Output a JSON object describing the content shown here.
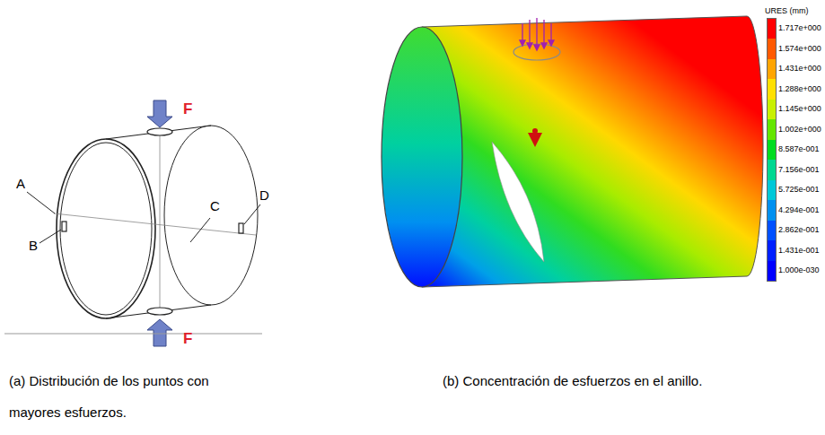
{
  "diagram": {
    "labels": [
      "A",
      "B",
      "C",
      "D",
      "F",
      "F",
      "URES (mm)",
      "(a) Distribución de los puntos con mayores esfuerzos.",
      "(b) Concentración de esfuerzos en el anillo."
    ],
    "legend": [
      {
        "text": "1.717e+000",
        "color": "#ff0000"
      },
      {
        "text": "1.574e+000",
        "color": "#ff5a00"
      },
      {
        "text": "1.431e+000",
        "color": "#ffa500"
      },
      {
        "text": "1.288e+000",
        "color": "#ffe000"
      },
      {
        "text": "1.145e+000",
        "color": "#c8f000"
      },
      {
        "text": "1.002e+000",
        "color": "#64e600"
      },
      {
        "text": "8.587e-001",
        "color": "#00dc20"
      },
      {
        "text": "7.156e-001",
        "color": "#00d890"
      },
      {
        "text": "5.725e-001",
        "color": "#00c8d8"
      },
      {
        "text": "4.294e-001",
        "color": "#0090f0"
      },
      {
        "text": "2.862e-001",
        "color": "#0050ff"
      },
      {
        "text": "1.431e-001",
        "color": "#0020ff"
      },
      {
        "text": "1.000e-030",
        "color": "#0000ff"
      }
    ]
  }
}
